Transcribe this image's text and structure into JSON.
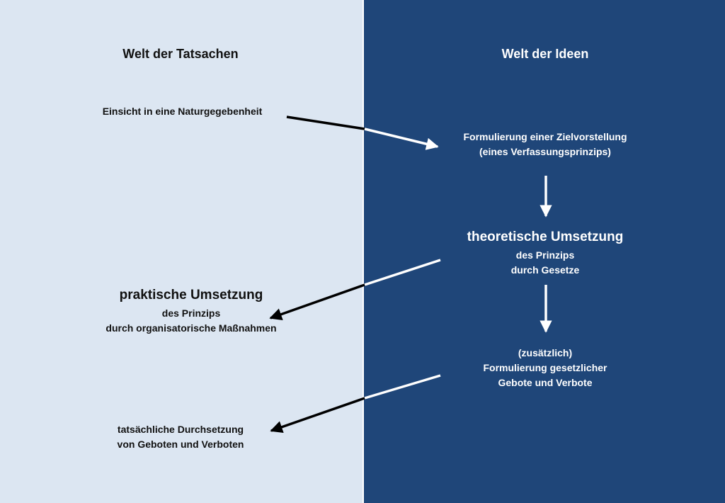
{
  "left_column": {
    "heading": "Welt der Tatsachen",
    "insight": "Einsicht in eine Naturgegebenheit",
    "practical": {
      "title": "praktische Umsetzung",
      "line1": "des Prinzips",
      "line2": "durch organisatorische Maßnahmen"
    },
    "enforcement": {
      "line1": "tatsächliche Durchsetzung",
      "line2": "von Geboten und Verboten"
    }
  },
  "right_column": {
    "heading": "Welt der Ideen",
    "goal": {
      "line1": "Formulierung einer Zielvorstellung",
      "line2": "(eines Verfassungsprinzips)"
    },
    "theoretical": {
      "title": "theoretische Umsetzung",
      "line1": "des Prinzips",
      "line2": "durch Gesetze"
    },
    "additional": {
      "line1": "(zusätzlich)",
      "line2": "Formulierung gesetzlicher",
      "line3": "Gebote und Verbote"
    }
  },
  "colors": {
    "left_background": "#dce6f2",
    "right_background": "#1f4679",
    "dark_text": "#111111",
    "light_text": "#ffffff"
  }
}
